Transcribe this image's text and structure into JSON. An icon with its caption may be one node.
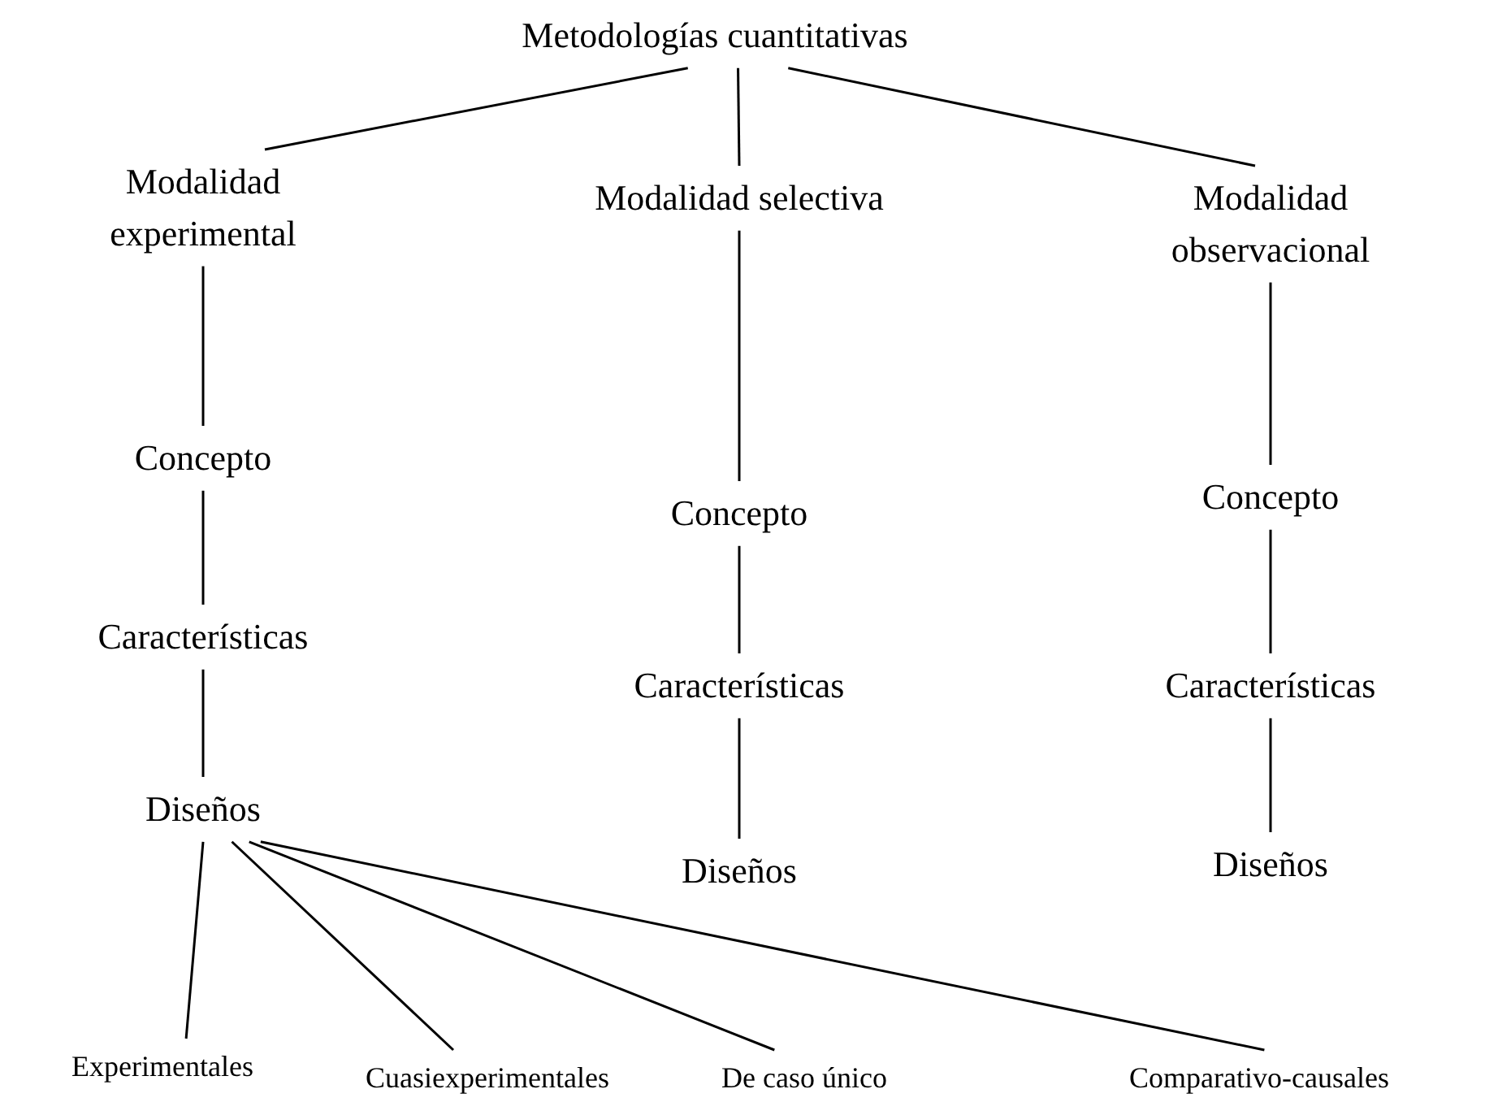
{
  "diagram": {
    "nodes": [
      {
        "text": [
          "Metodologías cuantitativas"
        ]
      },
      {
        "text": [
          "Modalidad experimental"
        ]
      },
      {
        "text": [
          "Modalidad selectiva"
        ]
      },
      {
        "text": [
          "Modalidad observacional"
        ]
      },
      {
        "text": [
          "Concepto"
        ]
      },
      {
        "text": [
          "Características"
        ]
      },
      {
        "text": [
          "Diseños"
        ]
      },
      {
        "text": [
          "Concepto"
        ]
      },
      {
        "text": [
          "Características"
        ]
      },
      {
        "text": [
          "Diseños"
        ]
      },
      {
        "text": [
          "Concepto"
        ]
      },
      {
        "text": [
          "Características"
        ]
      },
      {
        "text": [
          "Diseños"
        ]
      },
      {
        "text": [
          "Experimentales"
        ]
      },
      {
        "text": [
          "Cuasiexperimentales"
        ]
      },
      {
        "text": [
          "De caso único"
        ]
      },
      {
        "text": [
          "Comparativo-causales"
        ]
      }
    ],
    "edges": [
      {
        "from": 0,
        "to": 1,
        "arrow": "none"
      },
      {
        "from": 0,
        "to": 2,
        "arrow": "none"
      },
      {
        "from": 0,
        "to": 3,
        "arrow": "none"
      },
      {
        "from": 1,
        "to": 4,
        "arrow": "none"
      },
      {
        "from": 4,
        "to": 5,
        "arrow": "none"
      },
      {
        "from": 5,
        "to": 6,
        "arrow": "none"
      },
      {
        "from": 2,
        "to": 7,
        "arrow": "none"
      },
      {
        "from": 7,
        "to": 8,
        "arrow": "none"
      },
      {
        "from": 8,
        "to": 9,
        "arrow": "none"
      },
      {
        "from": 3,
        "to": 10,
        "arrow": "none"
      },
      {
        "from": 10,
        "to": 11,
        "arrow": "none"
      },
      {
        "from": 11,
        "to": 12,
        "arrow": "none"
      },
      {
        "from": 6,
        "to": 13,
        "arrow": "none"
      },
      {
        "from": 6,
        "to": 14,
        "arrow": "none"
      },
      {
        "from": 6,
        "to": 15,
        "arrow": "none"
      },
      {
        "from": 6,
        "to": 16,
        "arrow": "none"
      }
    ]
  }
}
